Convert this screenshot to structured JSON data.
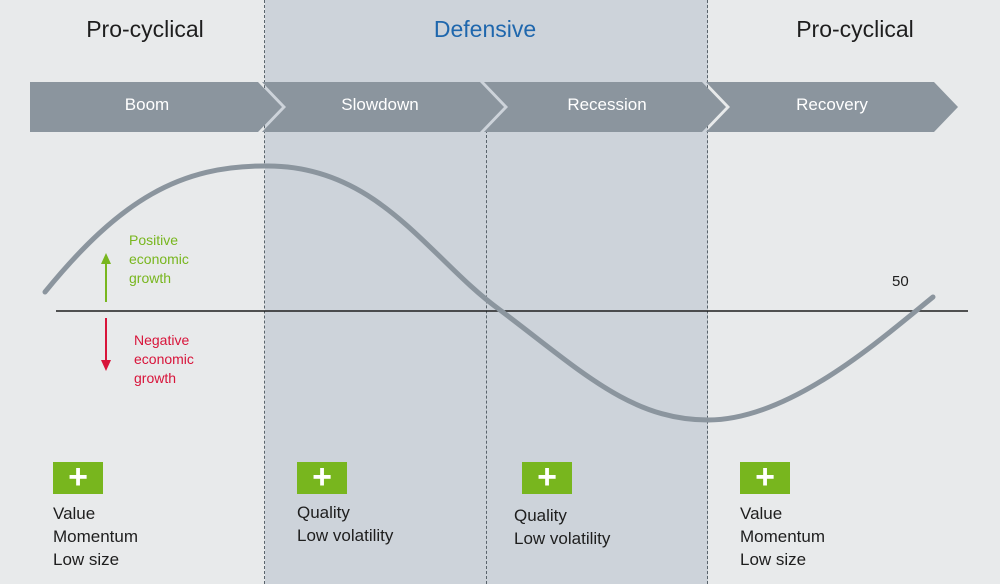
{
  "headers": {
    "left": "Pro-cyclical",
    "middle": "Defensive",
    "right": "Pro-cyclical"
  },
  "phases": [
    {
      "label": "Boom"
    },
    {
      "label": "Slowdown"
    },
    {
      "label": "Recession"
    },
    {
      "label": "Recovery"
    }
  ],
  "growth": {
    "positive": [
      "Positive",
      "economic",
      "growth"
    ],
    "negative": [
      "Negative",
      "economic",
      "growth"
    ]
  },
  "threshold_label": "50",
  "plus_symbol": "+",
  "factors": [
    [
      "Value",
      "Momentum",
      "Low size"
    ],
    [
      "Quality",
      "Low volatility"
    ],
    [
      "Quality",
      "Low volatility"
    ],
    [
      "Value",
      "Momentum",
      "Low size"
    ]
  ],
  "colors": {
    "arrow": "#8b959e",
    "curve": "#8b959e",
    "plus_bg": "#78b61e",
    "positive": "#78b61e",
    "negative": "#d8143a",
    "defensive": "#1f67ad"
  }
}
